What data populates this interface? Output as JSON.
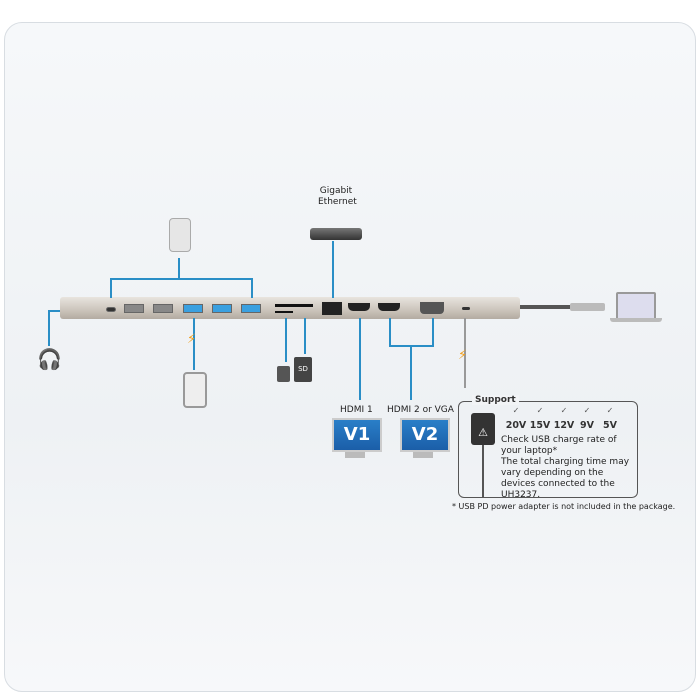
{
  "labels": {
    "ethernet": "Gigabit Ethernet",
    "hdmi1": "HDMI 1",
    "hdmi2": "HDMI 2 or VGA",
    "v1": "V1",
    "v2": "V2",
    "sd": "SD"
  },
  "support": {
    "title": "Support",
    "voltages": [
      "20V",
      "15V",
      "12V",
      "9V",
      "5V"
    ],
    "check_mark": "✓",
    "note1": "Check USB charge rate of your laptop*",
    "note2": "The total charging time may vary depending on the devices connected to the UH3237."
  },
  "footnote": "* USB PD power adapter is not included in the package.",
  "colors": {
    "line": "#2a8ec6",
    "monitor": "#1f6db8",
    "lightning": "#f0a020"
  }
}
